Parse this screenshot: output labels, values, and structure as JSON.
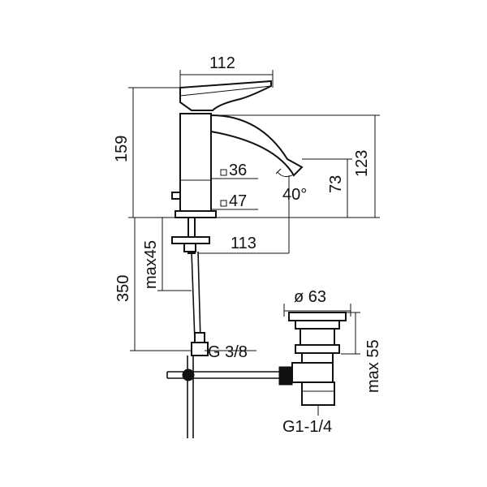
{
  "labels": {
    "width_112": "112",
    "height_159": "159",
    "height_123": "123",
    "height_73": "73",
    "square_36": "36",
    "square_47": "47",
    "angle_40": "40°",
    "max45": "max45",
    "reach_113": "113",
    "length_350": "350",
    "g38": "G 3/8",
    "diam63": "ø 63",
    "max55": "max 55",
    "g114": "G1-1/4"
  }
}
